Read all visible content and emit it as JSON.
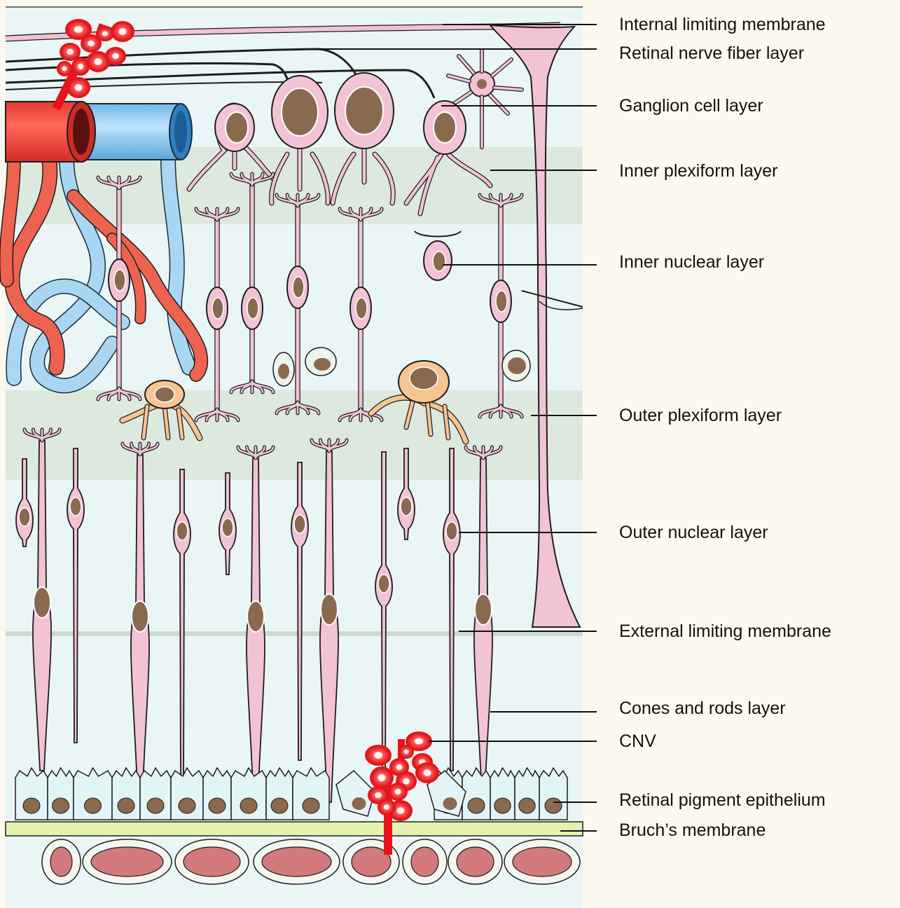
{
  "colors": {
    "panel": "#eaf5f5",
    "band": "#dde8df",
    "cell": "#f2c3d4",
    "nucleus": "#8a6a4e",
    "artery": "#e8453c",
    "vein": "#9cd0f0",
    "horizontal_cell": "#f6c592",
    "bruch": "#e3f2b0",
    "choroid_cell": "#d37a7c",
    "cnv": "#e8141a"
  },
  "labels": [
    {
      "id": "ilm",
      "text": "Internal limiting membrane"
    },
    {
      "id": "rnfl",
      "text": "Retinal nerve fiber layer"
    },
    {
      "id": "gcl",
      "text": "Ganglion cell layer"
    },
    {
      "id": "ipl",
      "text": "Inner plexiform layer"
    },
    {
      "id": "inl",
      "text": "Inner nuclear layer"
    },
    {
      "id": "opl",
      "text": "Outer plexiform layer"
    },
    {
      "id": "onl",
      "text": "Outer nuclear layer"
    },
    {
      "id": "elm",
      "text": "External limiting membrane"
    },
    {
      "id": "crl",
      "text": "Cones and rods layer"
    },
    {
      "id": "cnv",
      "text": "CNV"
    },
    {
      "id": "rpe",
      "text": "Retinal pigment epithelium"
    },
    {
      "id": "bruch",
      "text": "Bruch’s membrane"
    }
  ]
}
